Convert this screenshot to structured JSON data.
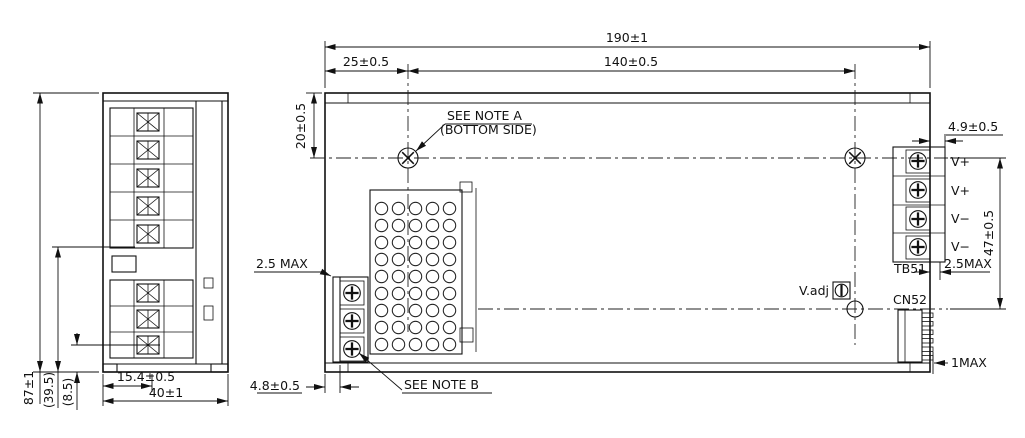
{
  "top_view": {
    "dim_width_overall": "190±1",
    "dim_hole_offset_x": "25±0.5",
    "dim_hole_pitch_x": "140±0.5",
    "dim_hole_offset_y": "20±0.5",
    "dim_tb_protrusion": "4.9±0.5",
    "dim_hole_pitch_y": "47±0.5",
    "dim_left_protrusion": "2.5 MAX",
    "dim_right_protrusion": "2.5MAX",
    "dim_bottom_protrusion": "4.8±0.5",
    "dim_cn_protrusion": "1MAX",
    "note_a_line1": "SEE NOTE A",
    "note_a_line2": "(BOTTOM SIDE)",
    "note_b": "SEE NOTE B",
    "label_vadj": "V.adj",
    "label_tb": "TB51",
    "label_cn": "CN52",
    "terminals": [
      "V+",
      "V+",
      "V−",
      "V−"
    ]
  },
  "side_view": {
    "dim_height_overall": "87±1",
    "dim_ref_upper": "(39.5)",
    "dim_ref_lower": "(8.5)",
    "dim_depth_inner": "15.4±0.5",
    "dim_depth_overall": "40±1"
  }
}
